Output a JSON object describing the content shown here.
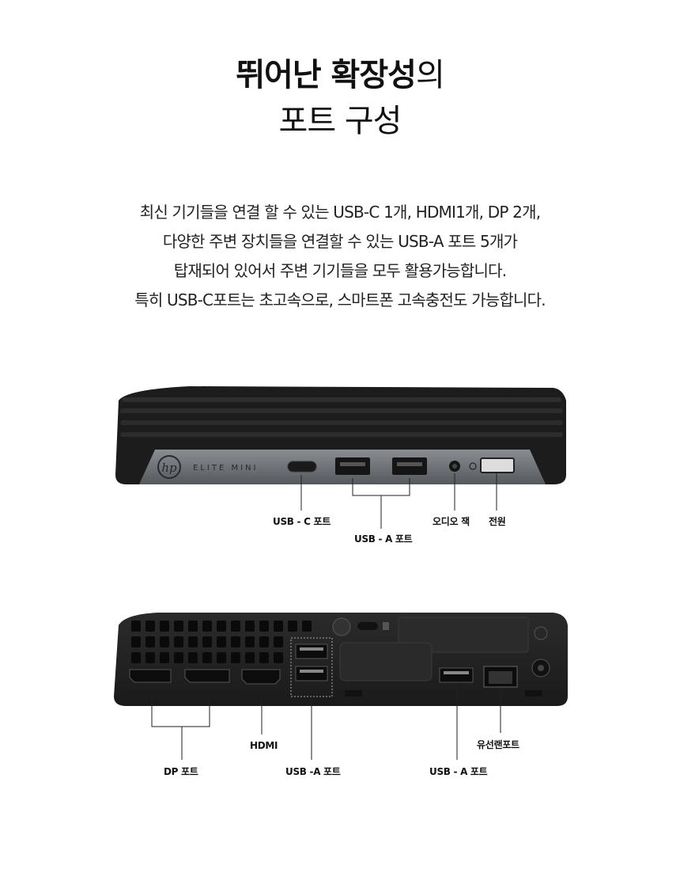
{
  "heading": {
    "line1_bold": "뛰어난 확장성",
    "line1_light": "의",
    "line2": "포트 구성"
  },
  "description": {
    "lines": [
      "최신 기기들을 연결 할 수 있는 USB-C 1개, HDMI1개, DP 2개,",
      "다양한 주변 장치들을 연결할 수 있는 USB-A 포트 5개가",
      "탑재되어 있어서 주변 기기들을 모두 활용가능합니다.",
      "특히 USB-C포트는 초고속으로, 스마트폰 고속충전도 가능합니다."
    ]
  },
  "front": {
    "brand": "ELITE MINI",
    "labels": {
      "usb_c": "USB - C 포트",
      "usb_a": "USB - A 포트",
      "audio": "오디오 잭",
      "power": "전원"
    }
  },
  "rear": {
    "labels": {
      "dp": "DP 포트",
      "hdmi": "HDMI",
      "usb_a_left": "USB -A 포트",
      "usb_a_right": "USB - A 포트",
      "lan": "유선랜포트"
    }
  },
  "colors": {
    "body": "#1f1f1f",
    "panel": "#6b6e72",
    "line": "#222222"
  }
}
